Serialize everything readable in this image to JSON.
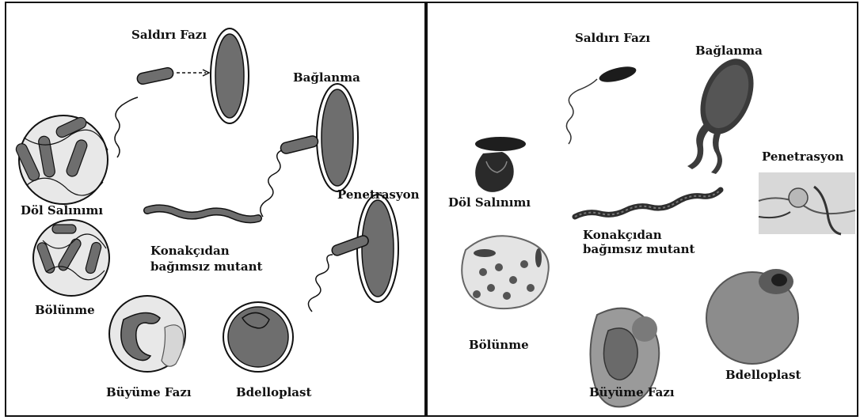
{
  "left_panel": {
    "labels": {
      "attack_phase": "Saldırı Fazı",
      "attachment": "Bağlanma",
      "penetration": "Penetrasyon",
      "progeny_release": "Döl Salınımı",
      "host_independent_line1": "Konakçıdan",
      "host_independent_line2": "bağımsız mutant",
      "division": "Bölünme",
      "growth_phase": "Büyüme Fazı",
      "bdelloplast": "Bdelloplast"
    }
  },
  "right_panel": {
    "labels": {
      "attack_phase": "Saldırı Fazı",
      "attachment": "Bağlanma",
      "penetration": "Penetrasyon",
      "progeny_release": "Döl Salınımı",
      "host_independent_line1": "Konakçıdan",
      "host_independent_line2": "bağımsız mutant",
      "division": "Bölünme",
      "growth_phase": "Büyüme Fazı",
      "bdelloplast": "Bdelloplast"
    }
  },
  "colors": {
    "cell_fill": "#6e6e6e",
    "cell_fill_light": "#d6d6d6",
    "outline": "#111111",
    "micrograph_dark": "#2a2a2a",
    "micrograph_mid": "#8a8a8a"
  }
}
